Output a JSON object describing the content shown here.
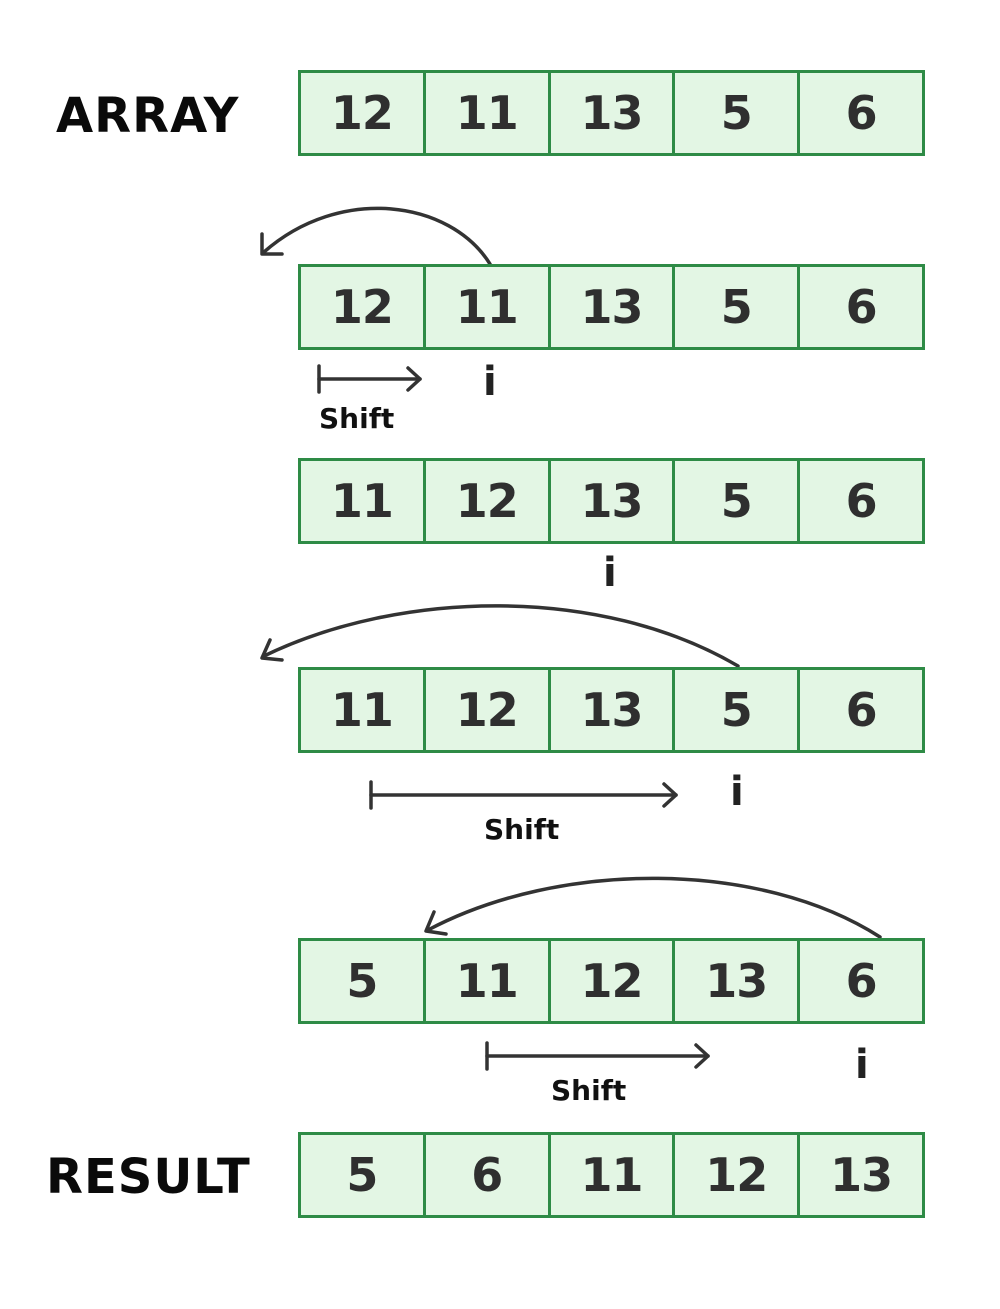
{
  "labels": {
    "array": "ARRAY",
    "result": "RESULT"
  },
  "rows": [
    {
      "values": [
        "12",
        "11",
        "13",
        "5",
        "6"
      ]
    },
    {
      "values": [
        "12",
        "11",
        "13",
        "5",
        "6"
      ],
      "index_marker": "i",
      "index_position": 2,
      "shift_label": "Shift"
    },
    {
      "values": [
        "11",
        "12",
        "13",
        "5",
        "6"
      ],
      "index_marker": "i",
      "index_position": 3
    },
    {
      "values": [
        "11",
        "12",
        "13",
        "5",
        "6"
      ],
      "index_marker": "i",
      "index_position": 4,
      "shift_label": "Shift"
    },
    {
      "values": [
        "5",
        "11",
        "12",
        "13",
        "6"
      ],
      "index_marker": "i",
      "index_position": 5,
      "shift_label": "Shift"
    },
    {
      "values": [
        "5",
        "6",
        "11",
        "12",
        "13"
      ]
    }
  ],
  "colors": {
    "cell_fill": "#e3f6e4",
    "cell_border": "#2e8b46",
    "digit_text": "#2f2f2f",
    "arrow": "#333333"
  }
}
